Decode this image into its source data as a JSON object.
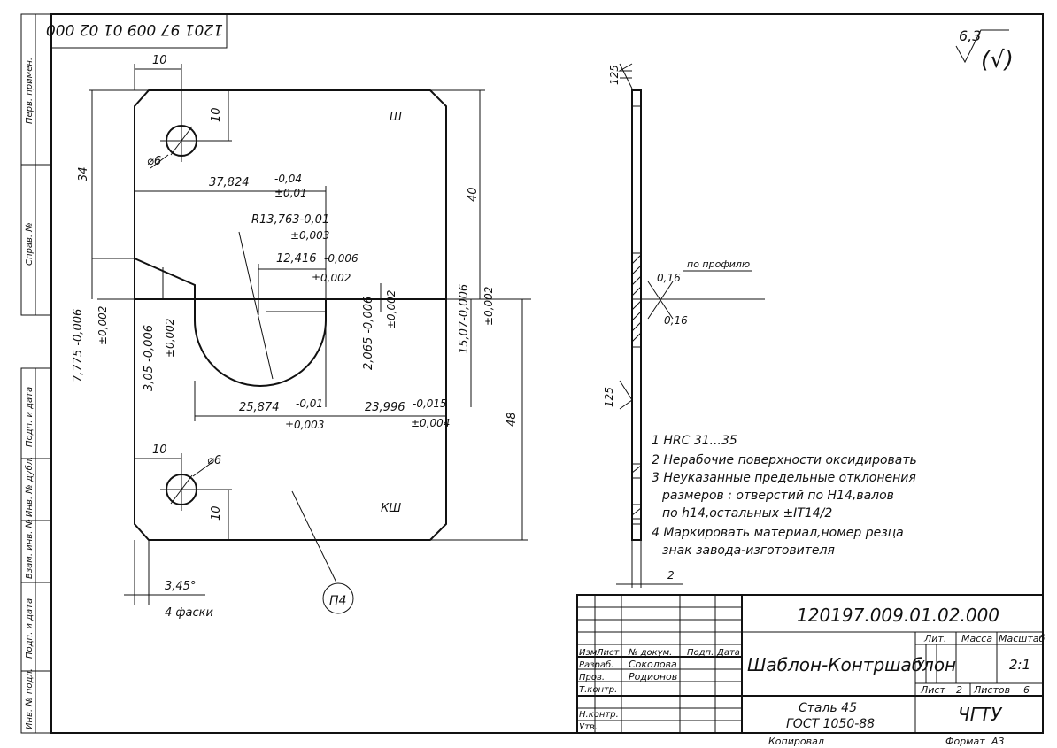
{
  "frame": {
    "stamp_code_rotated": "1201 97 009 01 02 000",
    "side_labels": [
      "Перв. примен.",
      "Справ. №",
      "Подп. и дата",
      "Инв. № дубл.",
      "Взам. инв. №",
      "Подп. и дата",
      "Инв. № подл."
    ]
  },
  "roughness": {
    "value": "6,3",
    "tail": "(√)"
  },
  "dimensions": {
    "d10_top": "10",
    "d10_right": "10",
    "d6_top": "⌀6",
    "d34": "34",
    "d40": "40",
    "d37_824": "37,824",
    "d37_824_tol_up": "-0,04",
    "d37_824_tol_lo": "±0,01",
    "r13": "R13,763-0,01",
    "r13_tol": "±0,003",
    "d12_416": "12,416",
    "d12_tol_up": "-0,006",
    "d12_tol_lo": "±0,002",
    "d7_775": "7,775 -0,006",
    "d7_775_tol": "±0,002",
    "d3_05": "3,05 -0,006",
    "d3_05_tol": "±0,002",
    "d2_065": "2,065 -0,006",
    "d2_065_tol": "±0,002",
    "d15_07": "15,07-0,006",
    "d15_07_tol": "±0,002",
    "d25_874": "25,874",
    "d25_874_tol_up": "-0,01",
    "d25_874_tol_lo": "±0,003",
    "d23_996": "23,996",
    "d23_996_tol_up": "-0,015",
    "d23_996_tol_lo": "±0,004",
    "d48": "48",
    "d10_bottom": "10",
    "d6_bottom": "⌀6",
    "d10_bottom_right": "10",
    "chamfer": "3,45°",
    "chamfer_note": "4 фаски",
    "balloon": "П4",
    "mark_sh": "Ш",
    "mark_ksh": "КШ"
  },
  "side_view": {
    "r125_top": "125",
    "r125_bottom": "125",
    "tol_a": "0,16",
    "tol_b": "0,16",
    "profile_label": "по профилю",
    "thickness": "2"
  },
  "notes": [
    "1 HRC 31...35",
    "2 Нерабочие поверхности оксидировать",
    "3 Неуказанные предельные отклонения",
    "размеров : отверстий по  Н14,валов",
    "по h14,остальных ±IT14/2",
    "4 Маркировать материал,номер резца",
    "знак завода-изготовителя"
  ],
  "title_block": {
    "designation": "120197.009.01.02.000",
    "name": "Шаблон-Контршаблон",
    "material_line1": "Сталь 45",
    "material_line2": "ГОСТ 1050-88",
    "org": "ЧГТУ",
    "col_izm": "Изм",
    "col_list": "Лист",
    "col_doc": "№ докум.",
    "col_sign": "Подп.",
    "col_date": "Дата",
    "row_razrab": "Разраб.",
    "row_prov": "Пров.",
    "row_tkontr": "Т.контр.",
    "row_nkontr": "Н.контр.",
    "row_utv": "Утв.",
    "razrab_name": "Соколова",
    "prov_name": "Родионов",
    "lit_label": "Лит.",
    "massa_label": "Масса",
    "scale_label": "Масштаб",
    "lit_value": "У",
    "scale_value": "2:1",
    "sheet_label": "Лист",
    "sheet_value": "2",
    "sheets_label": "Листов",
    "sheets_value": "6",
    "kopiroval": "Копировал",
    "format_label": "Формат",
    "format_value": "А3"
  }
}
